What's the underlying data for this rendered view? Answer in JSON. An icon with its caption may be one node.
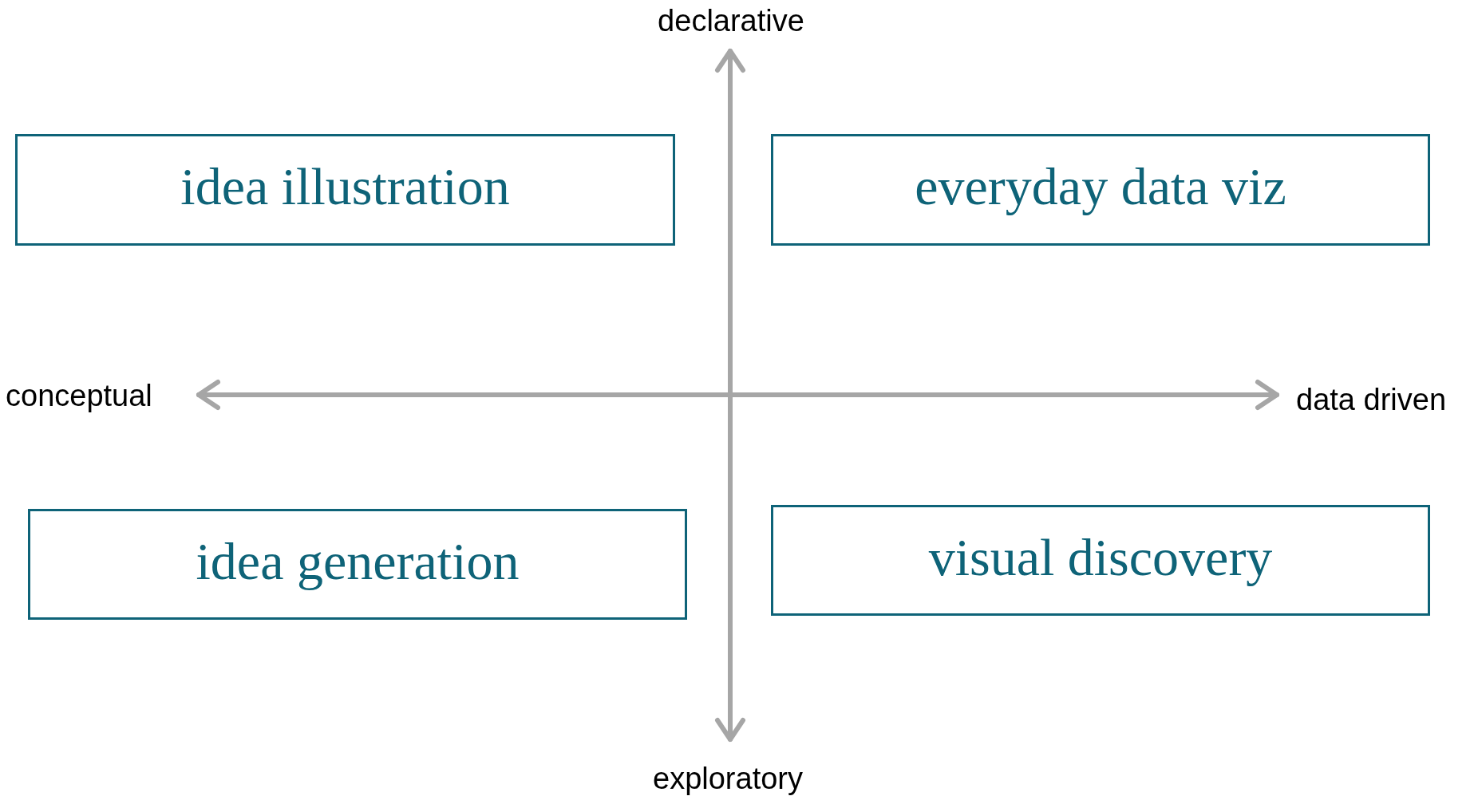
{
  "diagram": {
    "nodes": [
      {
        "text": [
          "idea illustration"
        ]
      },
      {
        "text": [
          "everyday data viz"
        ]
      },
      {
        "text": [
          "idea generation"
        ]
      },
      {
        "text": [
          "visual discovery"
        ]
      }
    ],
    "labels": [
      "declarative",
      "conceptual",
      "data driven",
      "exploratory"
    ]
  }
}
